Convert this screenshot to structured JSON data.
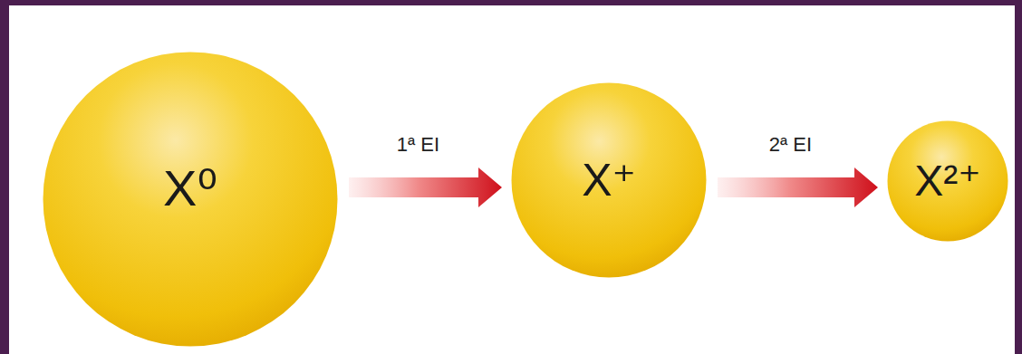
{
  "diagram": {
    "nodes": [
      {
        "text": [
          "X⁰"
        ]
      },
      {
        "text": [
          "X⁺"
        ]
      },
      {
        "text": [
          "X²⁺"
        ]
      }
    ],
    "edges": [
      {
        "from": 0,
        "to": 1,
        "arrow": "to",
        "label": "1ª EI"
      },
      {
        "from": 1,
        "to": 2,
        "arrow": "to",
        "label": "2ª EI"
      }
    ]
  }
}
